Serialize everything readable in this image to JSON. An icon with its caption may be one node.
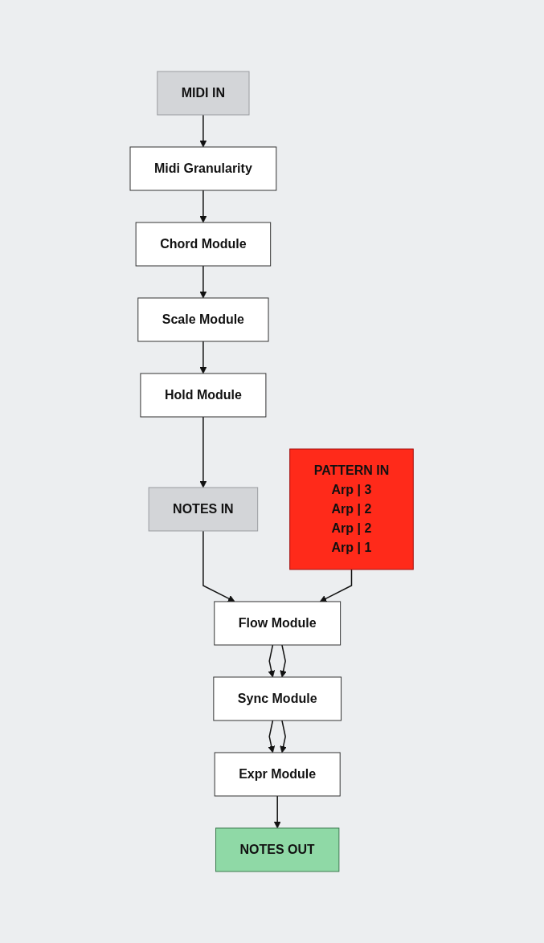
{
  "diagram": {
    "nodes": [
      {
        "text": [
          "MIDI IN"
        ]
      },
      {
        "text": [
          "Midi Granularity"
        ]
      },
      {
        "text": [
          "Chord Module"
        ]
      },
      {
        "text": [
          "Scale Module"
        ]
      },
      {
        "text": [
          "Hold Module"
        ]
      },
      {
        "text": [
          "NOTES IN"
        ]
      },
      {
        "text": [
          "PATTERN IN",
          "Arp | 3",
          "Arp | 2",
          "Arp | 2",
          "Arp | 1"
        ]
      },
      {
        "text": [
          "Flow Module"
        ]
      },
      {
        "text": [
          "Sync Module"
        ]
      },
      {
        "text": [
          "Expr Module"
        ]
      },
      {
        "text": [
          "NOTES OUT"
        ]
      }
    ],
    "edges": [
      {
        "from": 0,
        "to": 1,
        "arrow": "to"
      },
      {
        "from": 1,
        "to": 2,
        "arrow": "to"
      },
      {
        "from": 2,
        "to": 3,
        "arrow": "to"
      },
      {
        "from": 3,
        "to": 4,
        "arrow": "to"
      },
      {
        "from": 4,
        "to": 5,
        "arrow": "to"
      },
      {
        "from": 5,
        "to": 7,
        "arrow": "to"
      },
      {
        "from": 6,
        "to": 7,
        "arrow": "to"
      },
      {
        "from": 7,
        "to": 8,
        "arrow": "to"
      },
      {
        "from": 7,
        "to": 8,
        "arrow": "to"
      },
      {
        "from": 8,
        "to": 9,
        "arrow": "to"
      },
      {
        "from": 8,
        "to": 9,
        "arrow": "to"
      },
      {
        "from": 9,
        "to": 10,
        "arrow": "to"
      }
    ]
  }
}
